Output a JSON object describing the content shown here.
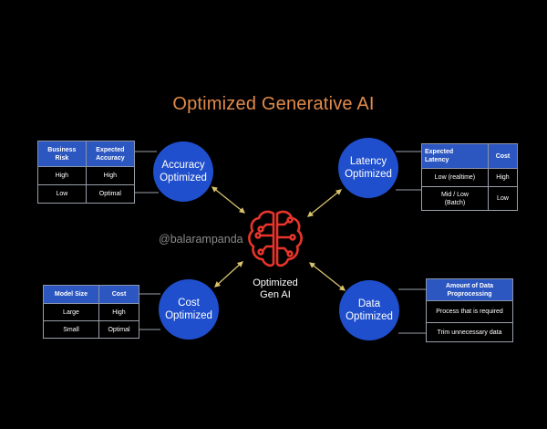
{
  "title": "Optimized Generative AI",
  "center": {
    "label": "Optimized\nGen AI"
  },
  "watermark": "@balarampanda",
  "nodes": {
    "accuracy": "Accuracy\nOptimized",
    "latency": "Latency\nOptimized",
    "cost": "Cost\nOptimized",
    "data": "Data\nOptimized"
  },
  "tables": {
    "accuracy": {
      "headers": [
        "Business\nRisk",
        "Expected\nAccuracy"
      ],
      "rows": [
        [
          "High",
          "High"
        ],
        [
          "Low",
          "Optimal"
        ]
      ]
    },
    "latency": {
      "headers": [
        "Expected\nLatency",
        "Cost"
      ],
      "rows": [
        [
          "Low (realtime)",
          "High"
        ],
        [
          "Mid / Low\n(Batch)",
          "Low"
        ]
      ]
    },
    "cost": {
      "headers": [
        "Model Size",
        "Cost"
      ],
      "rows": [
        [
          "Large",
          "High"
        ],
        [
          "Small",
          "Optimal"
        ]
      ]
    },
    "data": {
      "headers": [
        "Amount of Data\nProprocessing"
      ],
      "rows": [
        [
          "Process that is required"
        ],
        [
          "Trim unnecessary data"
        ]
      ]
    }
  },
  "colors": {
    "background": "#000000",
    "title": "#e08a4a",
    "node": "#1f4fcc",
    "brain": "#e8352b",
    "arrow": "#d9c36b"
  },
  "icon": "brain-circuit-icon"
}
